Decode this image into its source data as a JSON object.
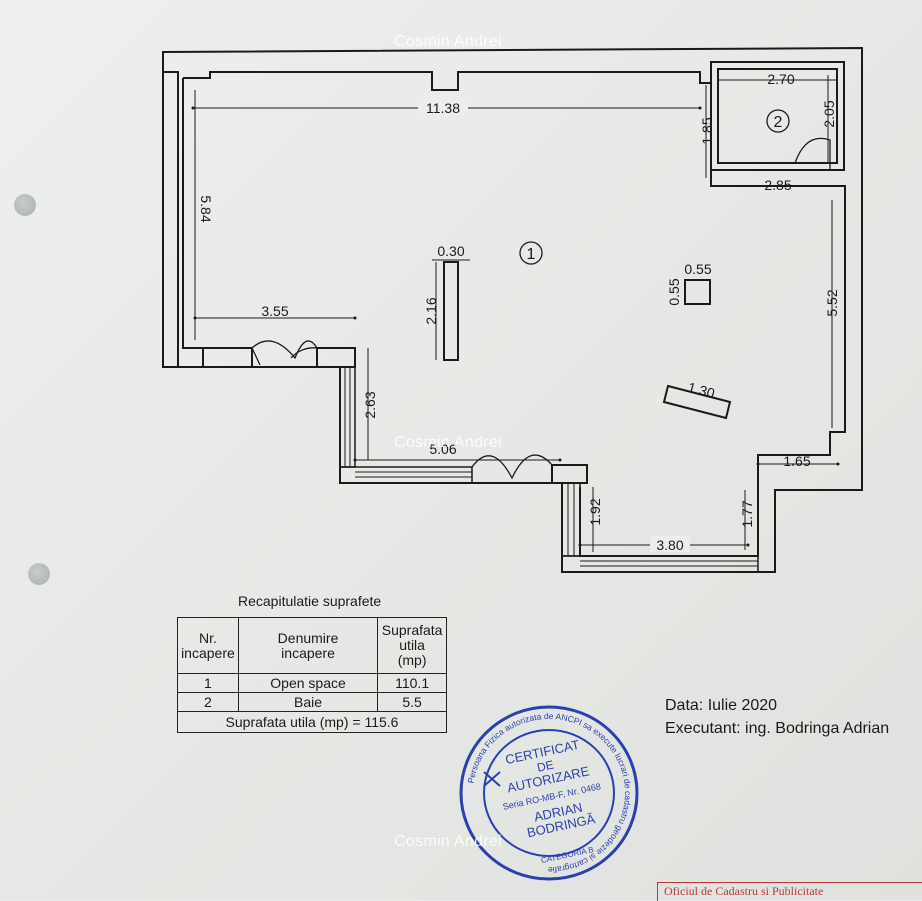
{
  "watermark": "Cosmin Andrei",
  "plan": {
    "rooms": {
      "room1": "1",
      "room2": "2"
    },
    "dims": {
      "top_width": "11.38",
      "left_height": "5.84",
      "left_lower_width": "3.55",
      "step_height": "2.63",
      "middle_width": "5.06",
      "lower_step_height": "1.92",
      "bottom_width": "3.80",
      "right_step_height": "1.77",
      "right_step_width": "1.65",
      "right_height": "5.52",
      "bath_width_top": "2.70",
      "bath_height_right": "2.05",
      "bath_height_left": "1.85",
      "bath_width_bottom": "2.85",
      "column_width": "0.30",
      "column_length": "2.16",
      "pillar_width": "0.55",
      "pillar_height": "0.55",
      "slab_length": "1.30"
    }
  },
  "summary": {
    "title": "Recapitulatie suprafete",
    "headers": {
      "nr_line1": "Nr.",
      "nr_line2": "incapere",
      "name_line1": "Denumire",
      "name_line2": "incapere",
      "area_line1": "Suprafata",
      "area_line2": "utila",
      "area_line3": "(mp)"
    },
    "rows": [
      {
        "nr": "1",
        "name": "Open space",
        "area": "110.1"
      },
      {
        "nr": "2",
        "name": "Baie",
        "area": "5.5"
      }
    ],
    "total": "Suprafata utila (mp) = 115.6"
  },
  "signature": {
    "date": "Data: Iulie 2020",
    "executant": "Executant: ing. Bodringa  Adrian"
  },
  "stamp": {
    "ring_text": "Persoana Fizica autorizata de ANCPI sa execute lucrari de cadastru geodezie si cartografie",
    "line1": "CERTIFICAT",
    "line2": "DE",
    "line3": "AUTORIZARE",
    "line4": "Seria RO-MB-F, Nr. 0468",
    "line5": "ADRIAN",
    "line6": "BODRINGĂ",
    "category": "CATEGORIA B",
    "color": "#2a3fb0"
  },
  "office_stamp": {
    "text": "Oficiul de Cadastru si Publicitate"
  }
}
